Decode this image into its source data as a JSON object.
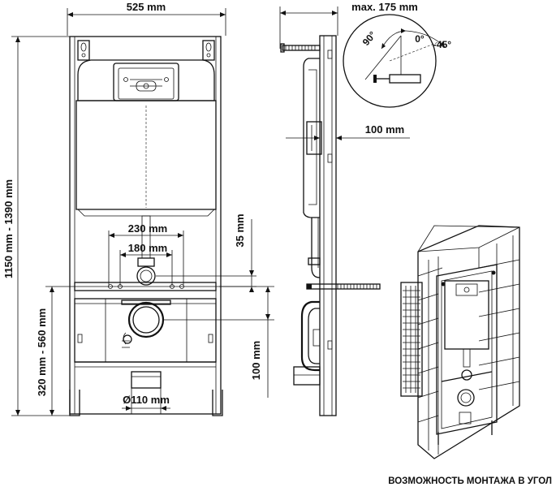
{
  "dimensions": {
    "frame_width": "525 mm",
    "max_depth": "max. 175 mm",
    "frame_height": "1150 mm - 1390 mm",
    "drain_height": "320 mm - 560 mm",
    "bolt_spacing_outer": "230 mm",
    "bolt_spacing_inner": "180 mm",
    "outlet_offset": "35 mm",
    "side_depth": "100 mm",
    "outlet_height": "100 mm",
    "pipe_diameter": "Ø110 mm"
  },
  "angle_detail": {
    "angle_90": "90°",
    "angle_0": "0°",
    "angle_45": "-45°"
  },
  "caption": "ВОЗМОЖНОСТЬ МОНТАЖА В УГОЛ"
}
